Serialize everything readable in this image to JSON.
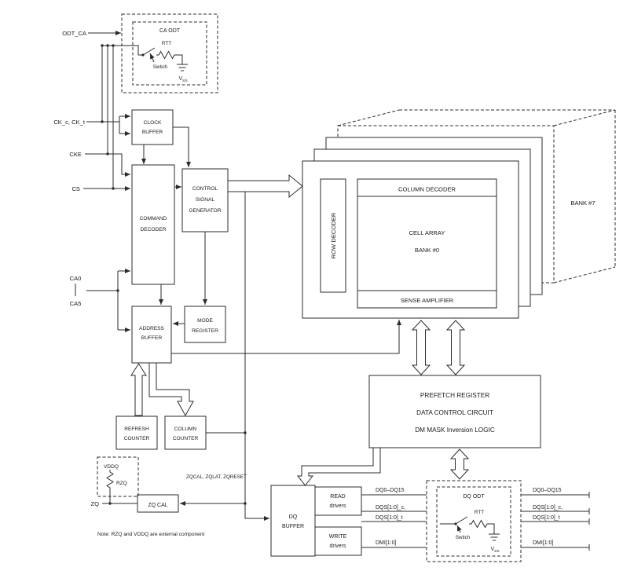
{
  "signals": {
    "odt_ca": "ODT_CA",
    "ck": "CK_c, CK_t",
    "cke": "CKE",
    "cs": "CS",
    "ca0": "CA0",
    "ca5": "CA5",
    "zq": "ZQ"
  },
  "blocks": {
    "clock_buffer": [
      "CLOCK",
      "BUFFER"
    ],
    "command_decoder": [
      "COMMAND",
      "DECODER"
    ],
    "control_signal_generator": [
      "CONTROL",
      "SIGNAL",
      "GENERATOR"
    ],
    "address_buffer": [
      "ADDRESS",
      "BUFFER"
    ],
    "mode_register": [
      "MODE",
      "REGISTER"
    ],
    "refresh_counter": [
      "REFRESH",
      "COUNTER"
    ],
    "column_counter": [
      "COLUMN",
      "COUNTER"
    ],
    "zq_cal": "ZQ CAL",
    "dq_buffer": [
      "DQ",
      "BUFFER"
    ],
    "read_drivers": [
      "READ",
      "drivers"
    ],
    "write_drivers": [
      "WRITE",
      "drivers"
    ],
    "prefetch": [
      "PREFETCH REGISTER",
      "DATA CONTROL CIRCUIT",
      "DM MASK Inversion LOGIC"
    ]
  },
  "memory": {
    "column_decoder": "COLUMN DECODER",
    "row_decoder": "ROW DECODER",
    "cell_array": [
      "CELL ARRAY",
      "BANK #0"
    ],
    "sense_amplifier": "SENSE AMPLIFIER",
    "bank7": "BANK #7"
  },
  "ca_odt": {
    "title": "CA ODT",
    "rtt": "RTT",
    "switch": "Swtich",
    "vss": "V",
    "vss_sub": "SS"
  },
  "dq_odt": {
    "title": "DQ ODT",
    "rtt": "RTT",
    "switch": "Swtich",
    "vss": "V",
    "vss_sub": "SS"
  },
  "zq_area": {
    "vddq": "VDDQ",
    "rzq": "RZQ",
    "zq_signals": "ZQCAL, ZQLAT, ZQRESET",
    "note": "Note: RZQ and VDDQ are external component"
  },
  "dq_pins": {
    "left": [
      "DQ0–DQ15",
      "DQS[1:0]_c,",
      "DQS[1:0]_t",
      "DMI[1:0]"
    ],
    "right": [
      "DQ0–DQ15",
      "DQS[1:0]_c,",
      "DQS[1:0]_t",
      "DMI[1:0]"
    ]
  },
  "colors": {
    "line": "#2b2b2b",
    "background": "#ffffff"
  }
}
